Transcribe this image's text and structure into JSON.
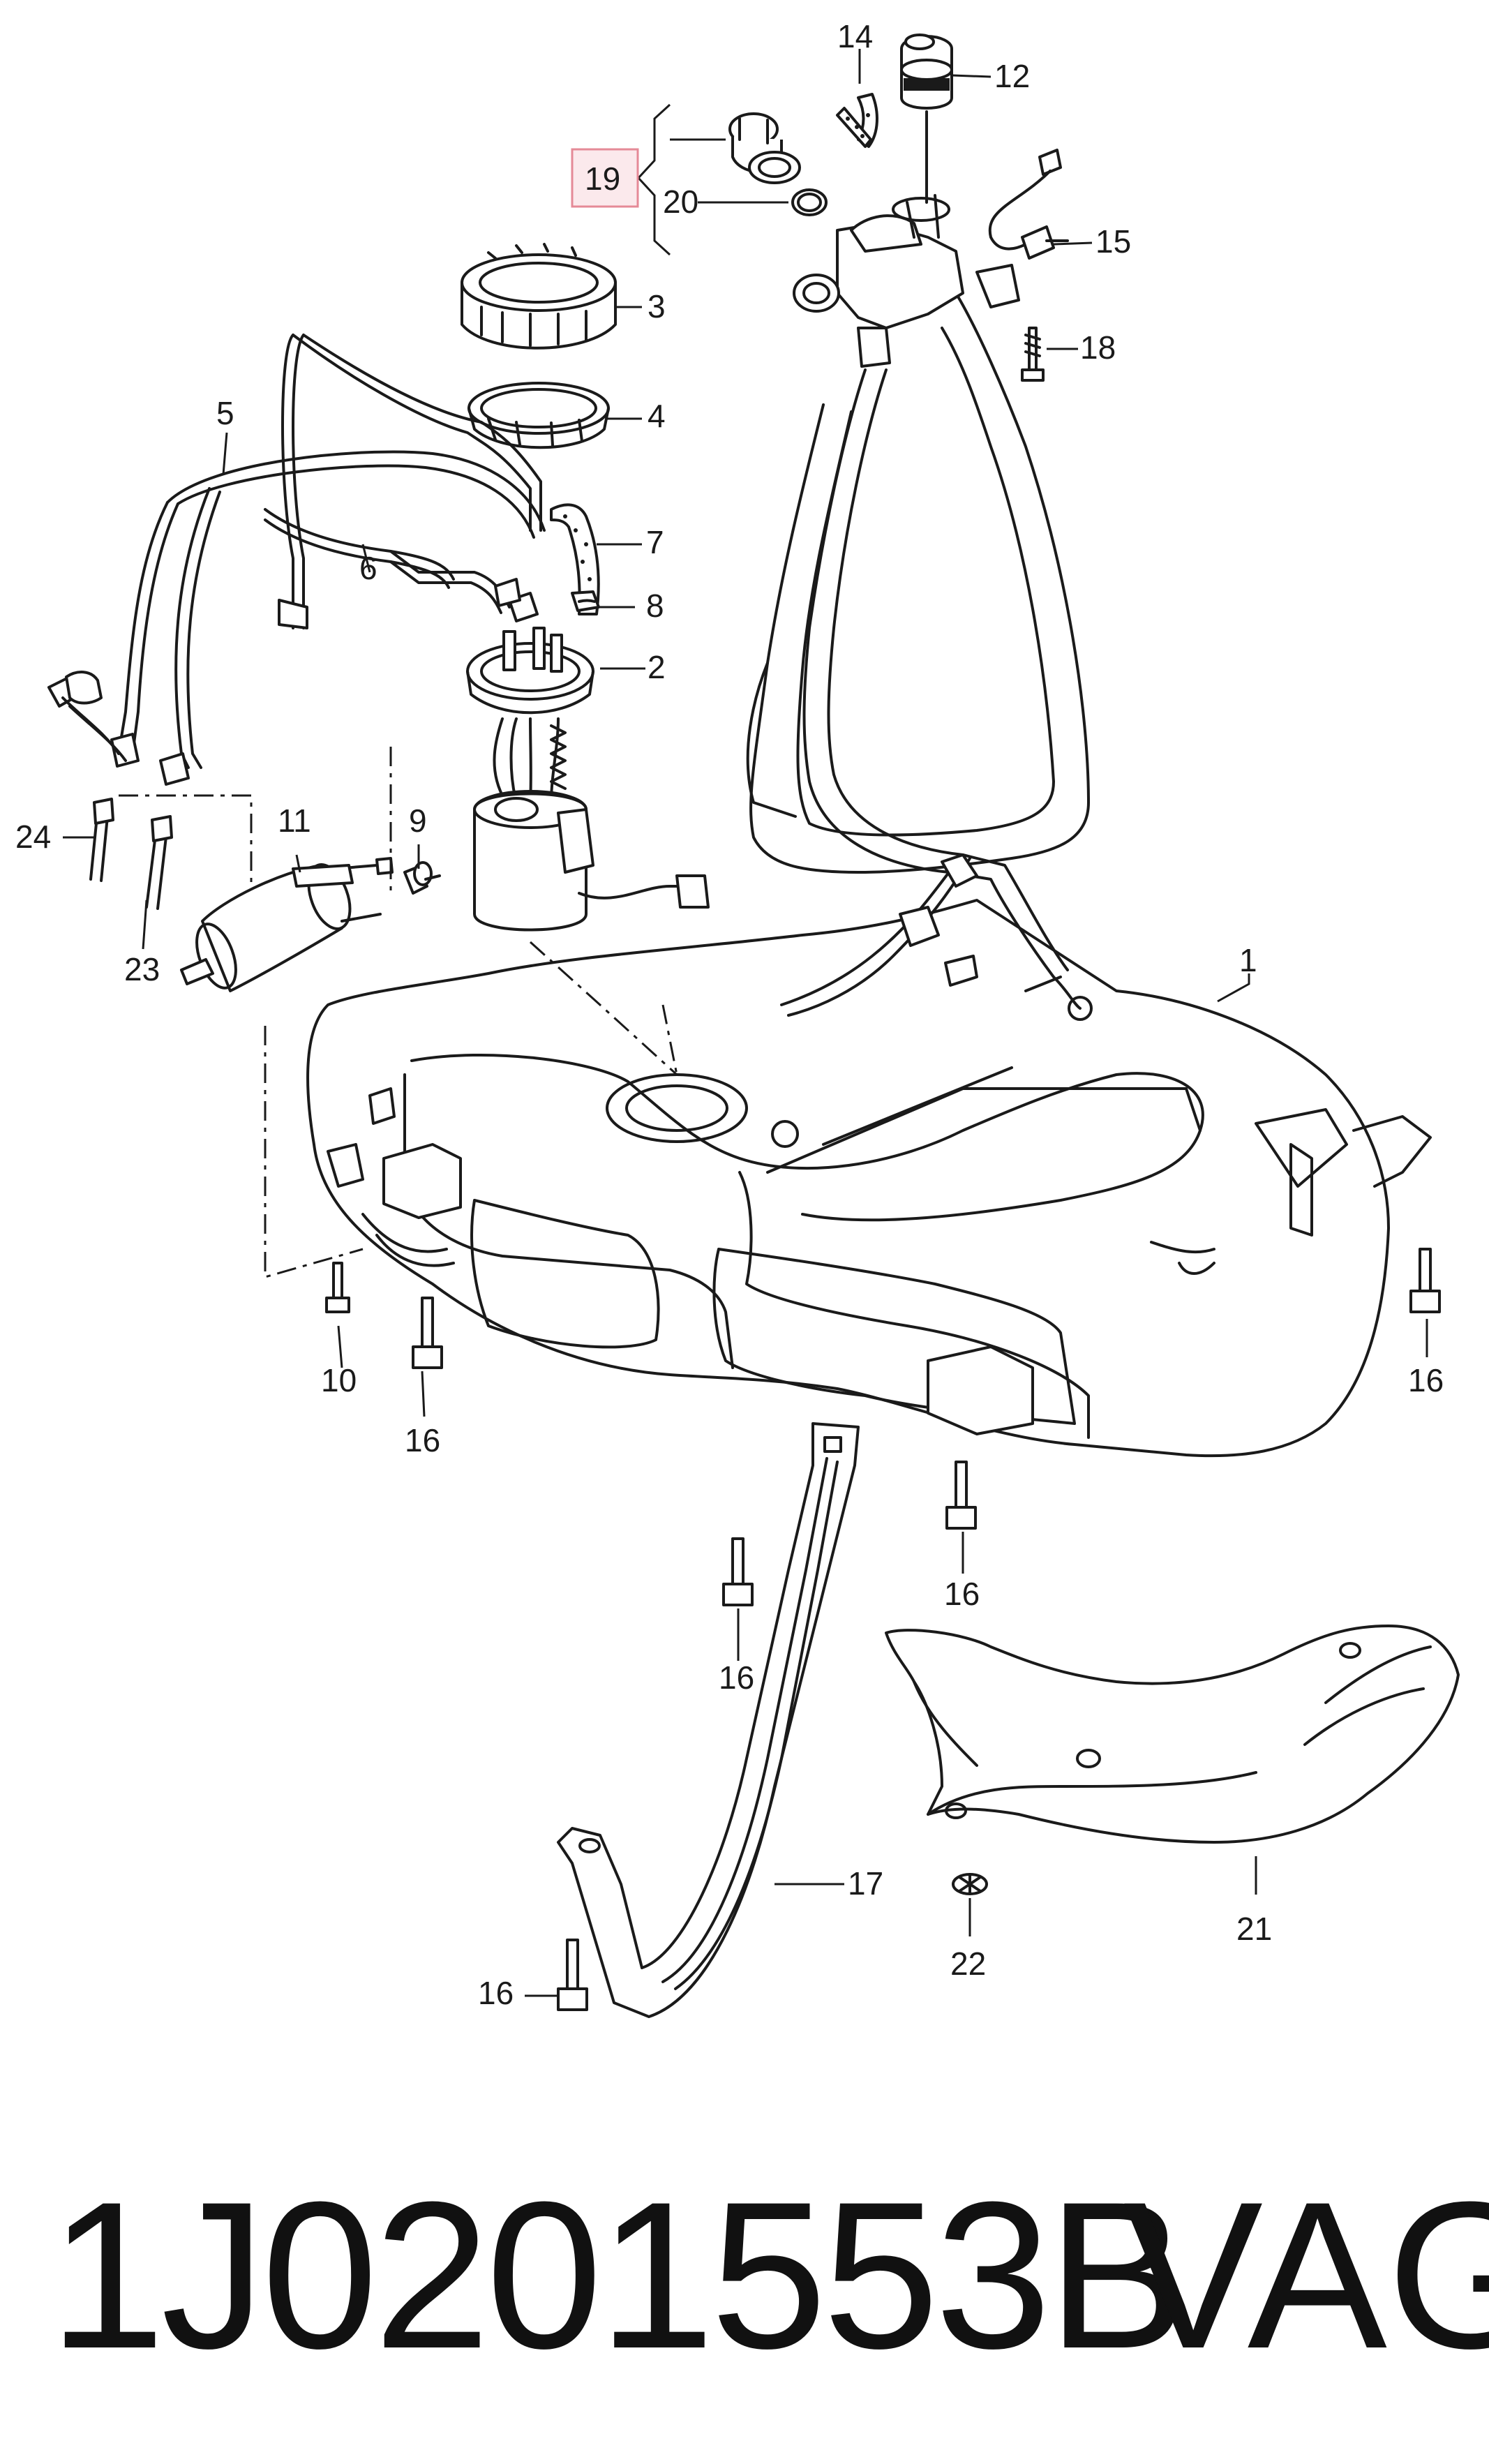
{
  "callouts": {
    "c1": "1",
    "c2": "2",
    "c3": "3",
    "c4": "4",
    "c5": "5",
    "c6": "6",
    "c7": "7",
    "c8": "8",
    "c9": "9",
    "c10": "10",
    "c11": "11",
    "c12": "12",
    "c14": "14",
    "c15": "15",
    "c16": "16",
    "c17": "17",
    "c18": "18",
    "c19": "19",
    "c20": "20",
    "c21": "21",
    "c22": "22",
    "c23": "23",
    "c24": "24"
  },
  "highlighted_callout": "19",
  "footer": {
    "part_number": "1J0201553B",
    "brand": "VAG"
  }
}
